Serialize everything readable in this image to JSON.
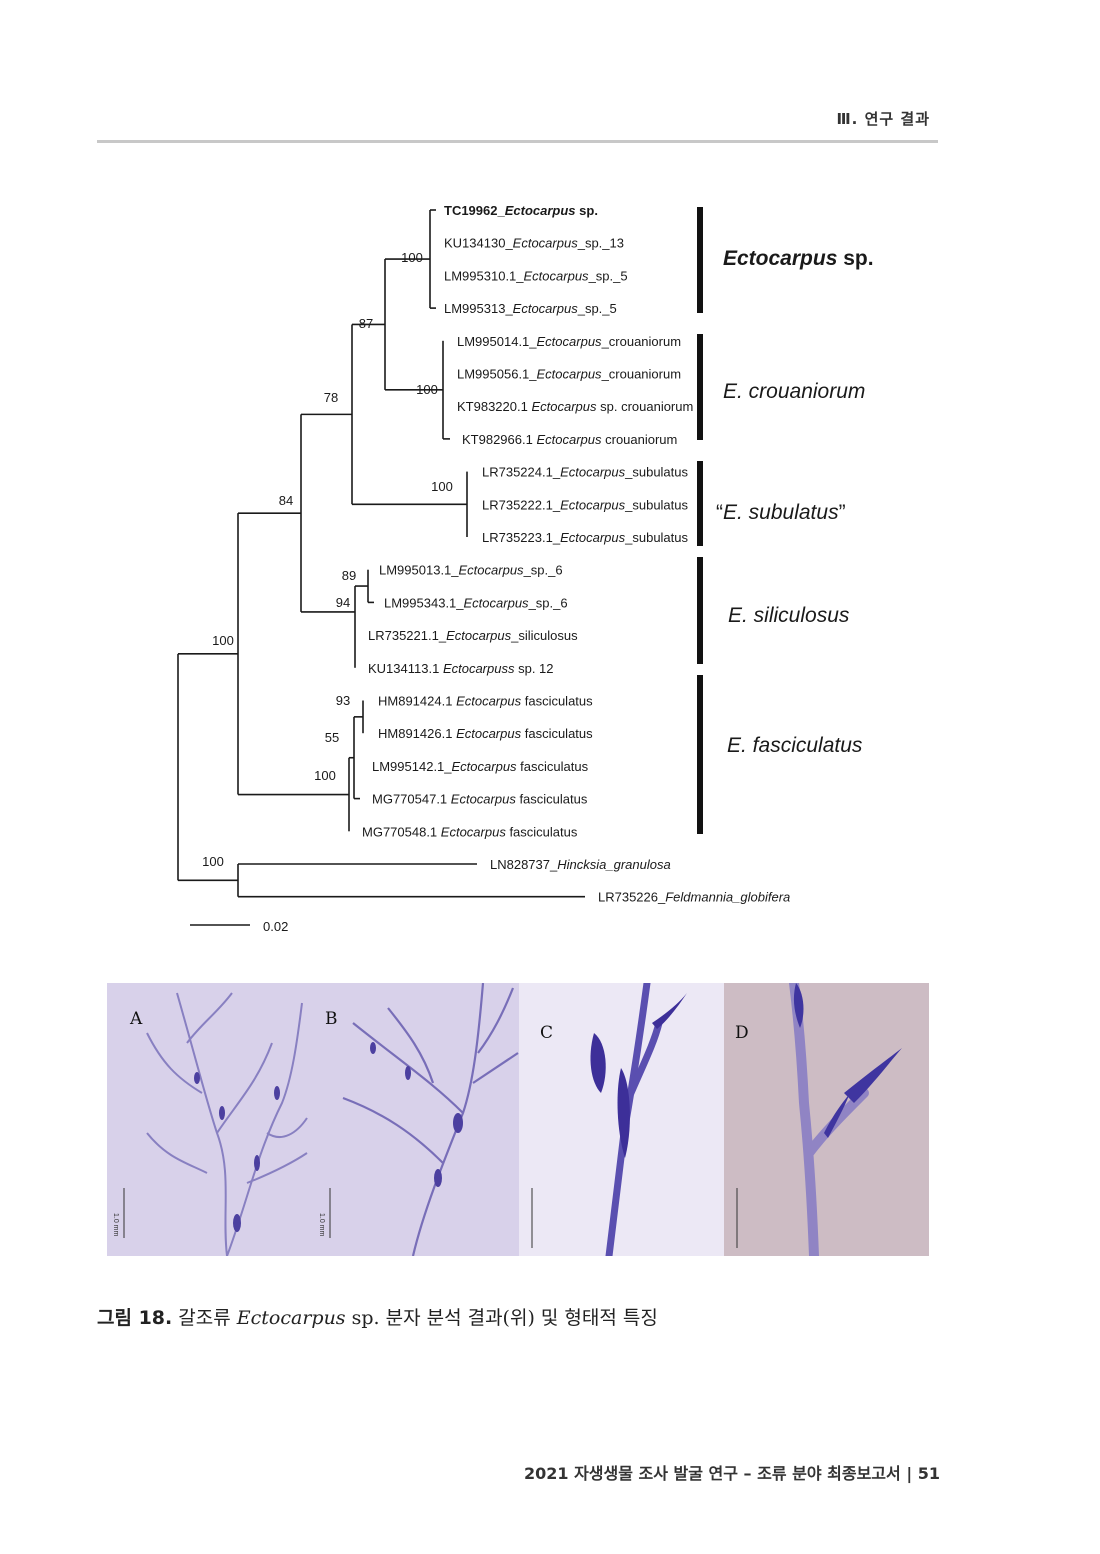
{
  "header": {
    "section": "Ⅲ. 연구 결과"
  },
  "tree": {
    "tips": [
      {
        "acc": "TC19962_",
        "sp": "Ectocarpus",
        "rest": " sp.",
        "bold": true
      },
      {
        "acc": "KU134130_",
        "sp": "Ectocarpus",
        "rest": "_sp._13"
      },
      {
        "acc": "LM995310.1_",
        "sp": "Ectocarpus",
        "rest": "_sp._5"
      },
      {
        "acc": "LM995313_",
        "sp": "Ectocarpus",
        "rest": "_sp._5"
      },
      {
        "acc": "LM995014.1_",
        "sp": "Ectocarpus",
        "rest": "_crouaniorum"
      },
      {
        "acc": "LM995056.1_",
        "sp": "Ectocarpus",
        "rest": "_crouaniorum"
      },
      {
        "acc": "KT983220.1 ",
        "sp": "Ectocarpus",
        "rest": " sp. crouaniorum"
      },
      {
        "acc": "KT982966.1 ",
        "sp": "Ectocarpus",
        "rest": " crouaniorum"
      },
      {
        "acc": "LR735224.1_",
        "sp": "Ectocarpus",
        "rest": "_subulatus"
      },
      {
        "acc": "LR735222.1_",
        "sp": "Ectocarpus",
        "rest": "_subulatus"
      },
      {
        "acc": "LR735223.1_",
        "sp": "Ectocarpus",
        "rest": "_subulatus"
      },
      {
        "acc": "LM995013.1_",
        "sp": "Ectocarpus",
        "rest": "_sp._6"
      },
      {
        "acc": "LM995343.1_",
        "sp": "Ectocarpus",
        "rest": "_sp._6"
      },
      {
        "acc": "LR735221.1_",
        "sp": "Ectocarpus",
        "rest": "_siliculosus"
      },
      {
        "acc": "KU134113.1 ",
        "sp": "Ectocarpuss",
        "rest": " sp. 12"
      },
      {
        "acc": "HM891424.1 ",
        "sp": "Ectocarpus",
        "rest": " fasciculatus"
      },
      {
        "acc": "HM891426.1 ",
        "sp": "Ectocarpus",
        "rest": " fasciculatus"
      },
      {
        "acc": "LM995142.1_",
        "sp": "Ectocarpus",
        "rest": " fasciculatus"
      },
      {
        "acc": "MG770547.1 ",
        "sp": "Ectocarpus",
        "rest": " fasciculatus"
      },
      {
        "acc": "MG770548.1 ",
        "sp": "Ectocarpus",
        "rest": " fasciculatus"
      },
      {
        "acc": "LN828737_",
        "sp": "Hincksia_granulosa",
        "rest": ""
      },
      {
        "acc": "LR735226_",
        "sp": "Feldmannia_globifera",
        "rest": ""
      }
    ],
    "bootstrap": [
      "100",
      "87",
      "100",
      "78",
      "100",
      "84",
      "89",
      "94",
      "100",
      "93",
      "55",
      "100",
      "100"
    ],
    "clades": [
      {
        "quote_open": "",
        "name": "Ectocarpus",
        "suffix": " sp.",
        "quote_close": ""
      },
      {
        "quote_open": "",
        "name": "E. crouaniorum",
        "suffix": "",
        "quote_close": ""
      },
      {
        "quote_open": "“",
        "name": "E. subulatus",
        "suffix": "",
        "quote_close": "”"
      },
      {
        "quote_open": "",
        "name": "E. siliculosus",
        "suffix": "",
        "quote_close": ""
      },
      {
        "quote_open": "",
        "name": "E. fasciculatus",
        "suffix": "",
        "quote_close": ""
      }
    ],
    "scale_label": "0.02"
  },
  "photos": {
    "labels": [
      "A",
      "B",
      "C",
      "D"
    ],
    "scale_text": "1.0 mm"
  },
  "caption": {
    "prefix": "그림 18.",
    "text1": " 갈조류 ",
    "genus": "Ectocarpus",
    "text2": " sp. 분자 분석 결과(위) 및 형태적 특징"
  },
  "footer": {
    "text": "2021 자생생물 조사 발굴 연구 – 조류 분야 최종보고서  |  51"
  },
  "colors": {
    "stain": "#5a4fb0",
    "bg_purple": "#d6cfe8",
    "bg_pink": "#c9b8c0"
  }
}
